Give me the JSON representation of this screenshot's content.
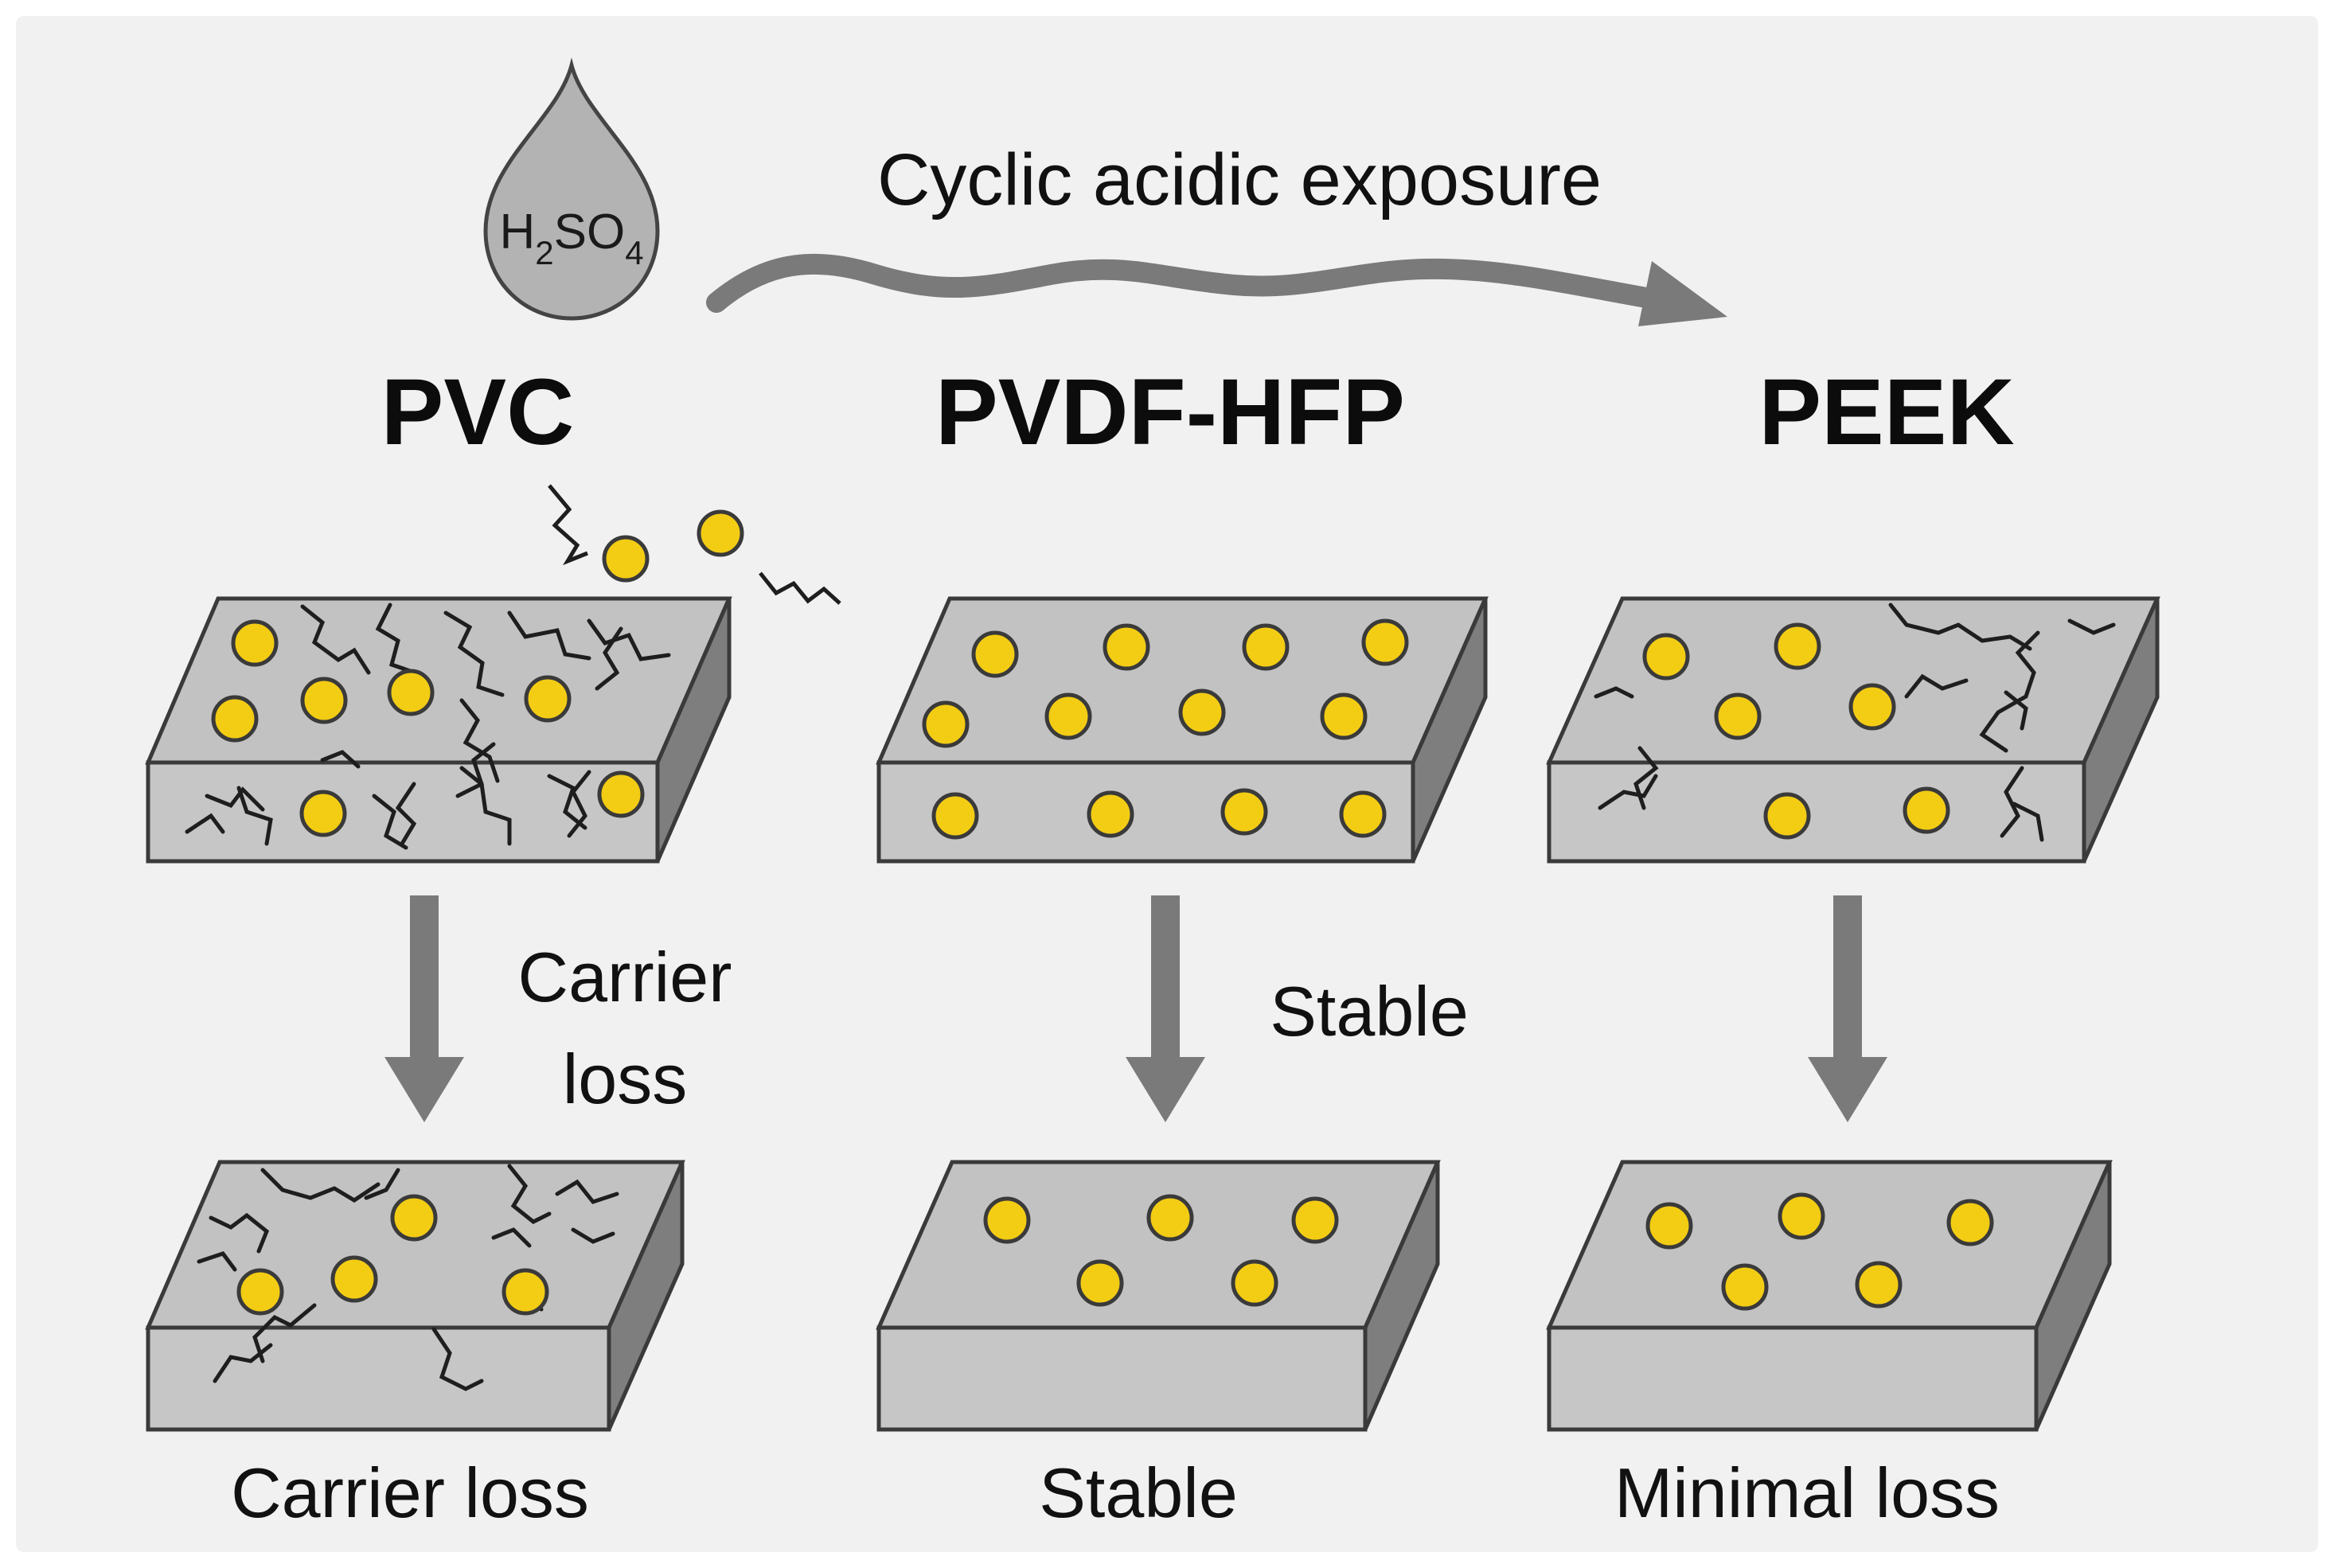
{
  "acid": {
    "formula_main": "H",
    "sub1": "2",
    "mid": "SO",
    "sub2": "4"
  },
  "process_label": "Cyclic acidic exposure",
  "columns": [
    {
      "title": "PVC",
      "arrow_label_line1": "Carrier",
      "arrow_label_line2": "loss",
      "bottom_label": "Carrier loss"
    },
    {
      "title": "PVDF-HFP",
      "arrow_label_line1": "Stable",
      "bottom_label": "Stable"
    },
    {
      "title": "PEEK",
      "bottom_label": "Minimal loss"
    }
  ],
  "colors": {
    "background": "#f1f1f1",
    "slab_top": "#c2c2c2",
    "slab_front": "#c6c6c6",
    "slab_side": "#7e7e7e",
    "outline": "#3a3a3a",
    "particle": "#f3cc14",
    "arrow": "#7a7a7a",
    "crack": "#1e1e1e"
  }
}
